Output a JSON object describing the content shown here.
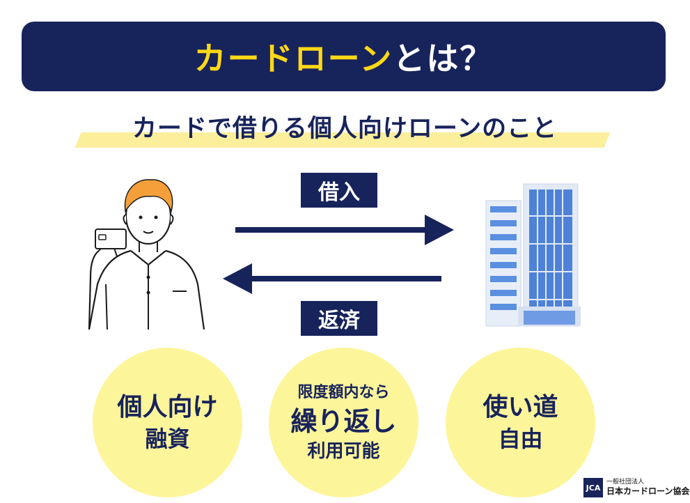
{
  "header": {
    "title_accent": "カードローン",
    "title_rest": "とは？"
  },
  "subtitle": "カードで借りる個人向けローンのこと",
  "flow": {
    "borrow_label": "借入",
    "repay_label": "返済"
  },
  "features": [
    {
      "lines": [
        "個人向け",
        "融資"
      ]
    },
    {
      "lines": [
        "限度額内なら",
        "繰り返し",
        "利用可能"
      ]
    },
    {
      "lines": [
        "使い道",
        "自由"
      ]
    }
  ],
  "logo": {
    "mark": "JCA",
    "line1": "一般社団法人",
    "line2": "日本カードローン協会"
  },
  "colors": {
    "navy": "#17235b",
    "yellow": "#ffd817",
    "pale_yellow": "#fdf59a",
    "building_blue": "#5b8fe0"
  },
  "icons": [
    "person-icon",
    "credit-card-icon",
    "building-icon",
    "arrow-right-icon",
    "arrow-left-icon"
  ]
}
